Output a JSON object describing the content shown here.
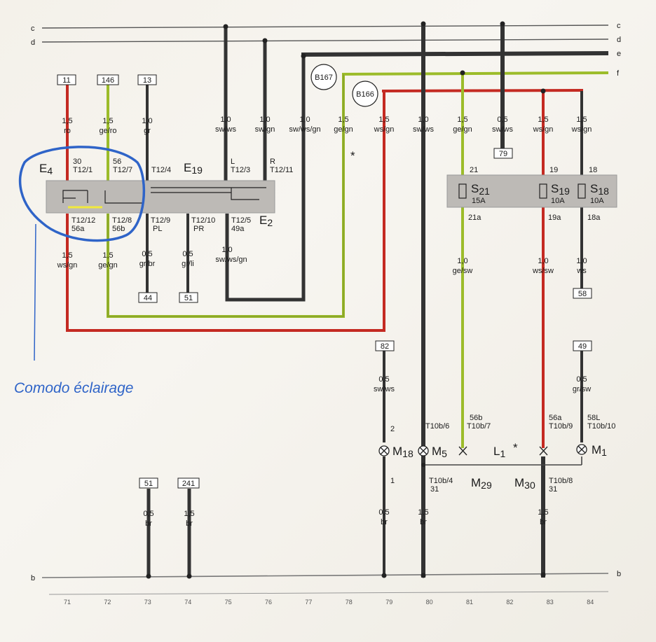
{
  "bus_labels": {
    "c": "c",
    "d": "d",
    "e": "e",
    "f": "f",
    "b": "b"
  },
  "connector_boxes": {
    "b11": "11",
    "b146": "146",
    "b13": "13",
    "b79": "79",
    "b44": "44",
    "b51a": "51",
    "b58": "58",
    "b82": "82",
    "b49": "49",
    "b51b": "51",
    "b241": "241"
  },
  "circle_labels": {
    "b167": "B167",
    "b166": "B166"
  },
  "wires": {
    "w1": {
      "gauge": "1,5",
      "color": "ro"
    },
    "w2": {
      "gauge": "1,5",
      "color": "ge/ro"
    },
    "w3": {
      "gauge": "1,0",
      "color": "gr"
    },
    "w4": {
      "gauge": "1,0",
      "color": "sw/ws"
    },
    "w5": {
      "gauge": "1,0",
      "color": "sw/gn"
    },
    "w6": {
      "gauge": "1,0",
      "color": "sw/ws/gn"
    },
    "w7": {
      "gauge": "1,5",
      "color": "ge/gn"
    },
    "w8": {
      "gauge": "1,5",
      "color": "ws/gn"
    },
    "w9": {
      "gauge": "1,0",
      "color": "sw/ws"
    },
    "w10": {
      "gauge": "1,5",
      "color": "ge/gn"
    },
    "w11": {
      "gauge": "0,5",
      "color": "sw/ws"
    },
    "w12": {
      "gauge": "1,5",
      "color": "ws/gn"
    },
    "w13": {
      "gauge": "1,5",
      "color": "ws/gn"
    },
    "l1": {
      "gauge": "1,5",
      "color": "ws/gn"
    },
    "l2": {
      "gauge": "1,5",
      "color": "ge/gn"
    },
    "l3": {
      "gauge": "0,5",
      "color": "gr/br"
    },
    "l4": {
      "gauge": "0,5",
      "color": "gr/li"
    },
    "l5": {
      "gauge": "1,0",
      "color": "sw/ws/gn"
    },
    "r1": {
      "gauge": "1,0",
      "color": "ge/sw"
    },
    "r2": {
      "gauge": "1,0",
      "color": "ws/sw"
    },
    "r3": {
      "gauge": "1,0",
      "color": "ws"
    },
    "m82": {
      "gauge": "0,5",
      "color": "sw/ws"
    },
    "m49": {
      "gauge": "0,5",
      "color": "gr/sw"
    },
    "g1": {
      "gauge": "0,5",
      "color": "br"
    },
    "g2": {
      "gauge": "1,5",
      "color": "br"
    },
    "g3": {
      "gauge": "0,5",
      "color": "br"
    },
    "g4": {
      "gauge": "1,5",
      "color": "br"
    },
    "g5": {
      "gauge": "1,5",
      "color": "br"
    }
  },
  "pins": {
    "p30": "30",
    "pT12_1": "T12/1",
    "p56": "56",
    "pT12_7": "T12/7",
    "pT12_4": "T12/4",
    "pL": "L",
    "pT12_3": "T12/3",
    "pR": "R",
    "pT12_11": "T12/11",
    "pT12_12": "T12/12",
    "p56a": "56a",
    "pT12_8": "T12/8",
    "p56b": "56b",
    "pT12_9": "T12/9",
    "pPL": "PL",
    "pT12_10": "T12/10",
    "pPR": "PR",
    "pT12_5": "T12/5",
    "p49a": "49a",
    "p21": "21",
    "p19": "19",
    "p18": "18",
    "p21a": "21a",
    "p19a": "19a",
    "p18a": "18a",
    "p2": "2",
    "pT10b_6": "T10b/6",
    "p56b2": "56b",
    "pT10b_7": "T10b/7",
    "p56a2": "56a",
    "pT10b_9": "T10b/9",
    "p58L": "58L",
    "pT10b_10": "T10b/10",
    "p1": "1",
    "pT10b_4": "T10b/4",
    "p31a": "31",
    "pT10b_8": "T10b/8",
    "p31b": "31"
  },
  "components": {
    "E4": {
      "letter": "E",
      "sub": "4"
    },
    "E19": {
      "letter": "E",
      "sub": "19"
    },
    "E2": {
      "letter": "E",
      "sub": "2"
    },
    "S21": {
      "letter": "S",
      "sub": "21",
      "rating": "15A"
    },
    "S19": {
      "letter": "S",
      "sub": "19",
      "rating": "10A"
    },
    "S18": {
      "letter": "S",
      "sub": "18",
      "rating": "10A"
    },
    "M18": {
      "letter": "M",
      "sub": "18"
    },
    "M5": {
      "letter": "M",
      "sub": "5"
    },
    "L1": {
      "letter": "L",
      "sub": "1"
    },
    "M1": {
      "letter": "M",
      "sub": "1"
    },
    "M29": {
      "letter": "M",
      "sub": "29"
    },
    "M30": {
      "letter": "M",
      "sub": "30"
    }
  },
  "stars": {
    "s1": "*",
    "s2": "*"
  },
  "annotation": "Comodo éclairage",
  "grid_numbers": [
    "71",
    "72",
    "73",
    "74",
    "75",
    "76",
    "77",
    "78",
    "79",
    "80",
    "81",
    "82",
    "83",
    "84"
  ],
  "colors": {
    "black": "#333333",
    "red": "#c42a22",
    "yellowgreen": "#9cbc2a",
    "annotation": "#2f64c8",
    "relay_box": "#bdbab6"
  }
}
